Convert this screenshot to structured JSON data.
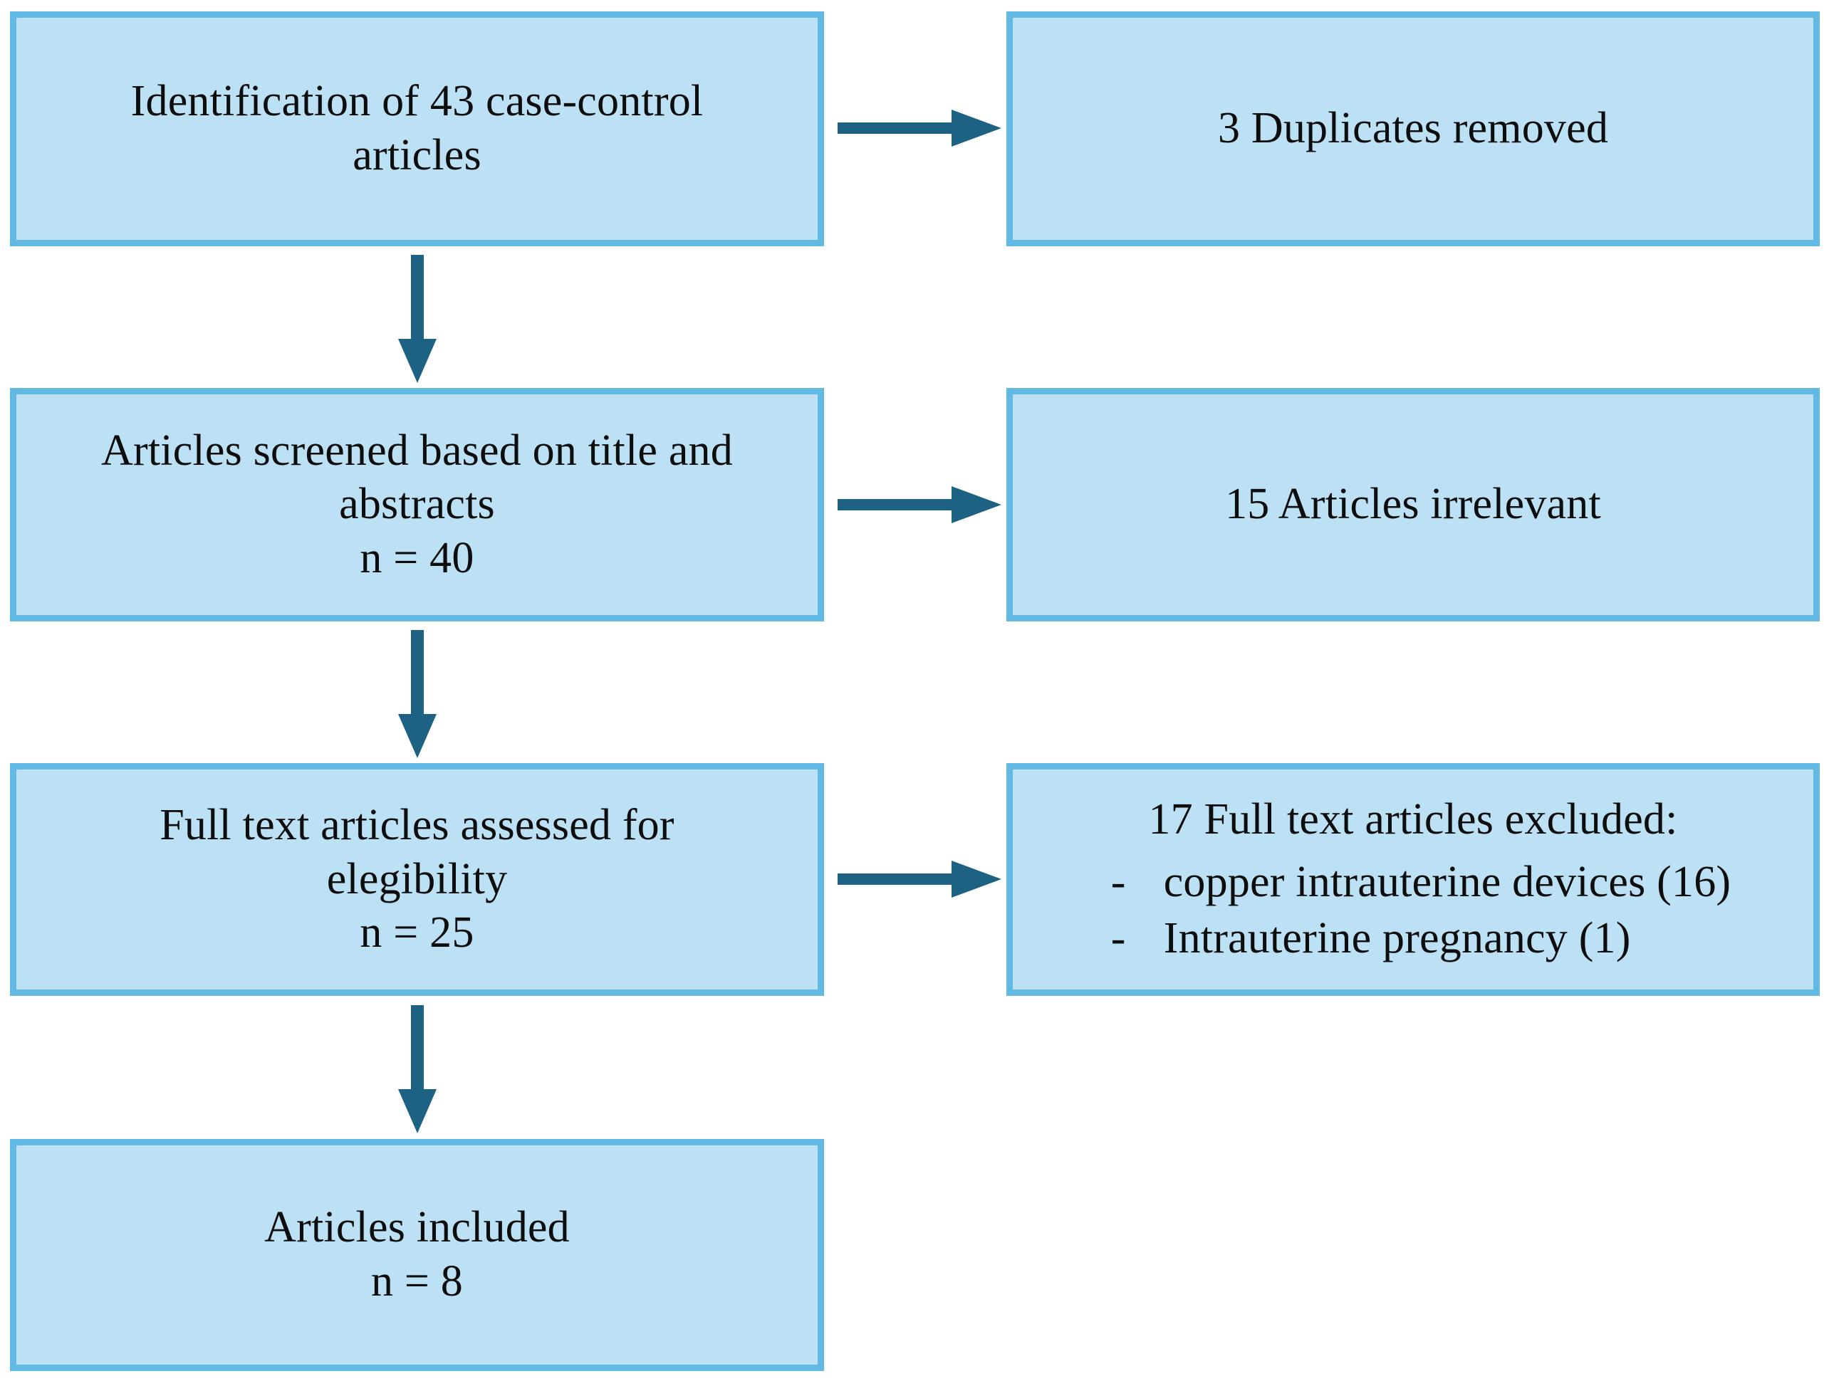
{
  "diagram": {
    "title": "PRISMA article selection flow diagram",
    "type": "flowchart",
    "colors": {
      "box_fill": "#bce0f4",
      "box_border": "#62b9e4",
      "arrow": "#1d6183",
      "text": "#0d0d0d",
      "background": "#ffffff"
    }
  },
  "nodes": {
    "identification": {
      "name": "identification-box",
      "lines": [
        "Identification of 43 case-control",
        "articles"
      ]
    },
    "duplicates": {
      "name": "duplicates-removed-box",
      "lines": [
        "3 Duplicates removed"
      ]
    },
    "screened": {
      "name": "screened-box",
      "lines": [
        "Articles screened based on title and",
        "abstracts",
        "n = 40"
      ]
    },
    "irrelevant": {
      "name": "articles-irrelevant-box",
      "lines": [
        "15 Articles irrelevant"
      ]
    },
    "fulltext": {
      "name": "full-text-eligibility-box",
      "lines": [
        "Full text articles assessed for",
        "elegibility",
        "n = 25"
      ]
    },
    "excluded": {
      "name": "full-text-excluded-box",
      "heading": "17 Full text articles excluded:",
      "bullet": "-",
      "items": [
        "copper intrauterine devices (16)",
        "Intrauterine pregnancy (1)"
      ]
    },
    "included": {
      "name": "articles-included-box",
      "lines": [
        "Articles included",
        "n = 8"
      ]
    }
  },
  "arrows": [
    {
      "name": "arrow-identification-to-duplicates",
      "direction": "right",
      "from": "identification",
      "to": "duplicates"
    },
    {
      "name": "arrow-identification-to-screened",
      "direction": "down",
      "from": "identification",
      "to": "screened"
    },
    {
      "name": "arrow-screened-to-irrelevant",
      "direction": "right",
      "from": "screened",
      "to": "irrelevant"
    },
    {
      "name": "arrow-screened-to-fulltext",
      "direction": "down",
      "from": "screened",
      "to": "fulltext"
    },
    {
      "name": "arrow-fulltext-to-excluded",
      "direction": "right",
      "from": "fulltext",
      "to": "excluded"
    },
    {
      "name": "arrow-fulltext-to-included",
      "direction": "down",
      "from": "fulltext",
      "to": "included"
    }
  ],
  "chart_data": {
    "type": "flow",
    "title": "PRISMA article selection flow",
    "stages": [
      {
        "label": "Identification of case-control articles",
        "n": 43
      },
      {
        "label": "Duplicates removed",
        "n": 3
      },
      {
        "label": "Articles screened based on title and abstracts",
        "n": 40
      },
      {
        "label": "Articles irrelevant",
        "n": 15
      },
      {
        "label": "Full text articles assessed for elegibility",
        "n": 25
      },
      {
        "label": "Full text articles excluded",
        "n": 17
      },
      {
        "label": "Excluded: copper intrauterine devices",
        "n": 16
      },
      {
        "label": "Excluded: Intrauterine pregnancy",
        "n": 1
      },
      {
        "label": "Articles included",
        "n": 8
      }
    ]
  }
}
